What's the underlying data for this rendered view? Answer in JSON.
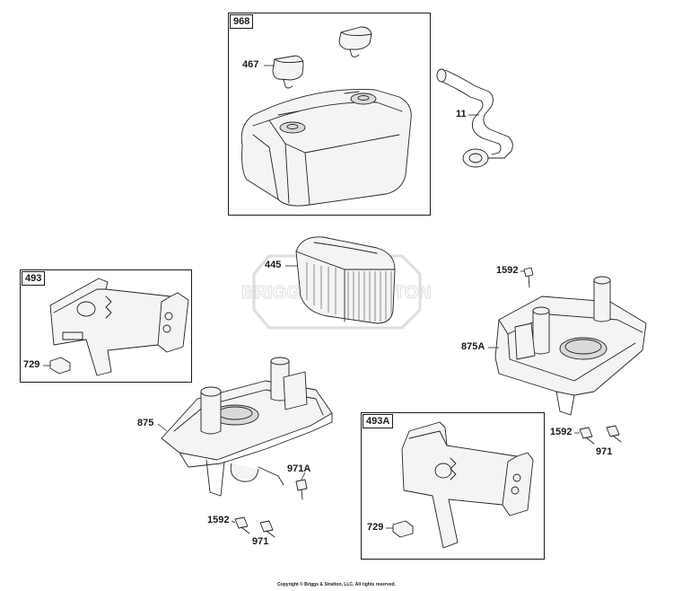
{
  "watermark": "BRIGGS & STRATTON",
  "copyright": "Copyright © Briggs & Stratton, LLC. All rights reserved.",
  "group_boxes": {
    "box_968": "968",
    "box_493": "493",
    "box_493a": "493A"
  },
  "callouts": {
    "c467": "467",
    "c11": "11",
    "c445": "445",
    "c1592_top": "1592",
    "c875a": "875A",
    "c729_left": "729",
    "c875": "875",
    "c971a": "971A",
    "c1592_bottom": "1592",
    "c971_bottom": "971",
    "c1592_right": "1592",
    "c971_right": "971",
    "c729_right": "729"
  }
}
